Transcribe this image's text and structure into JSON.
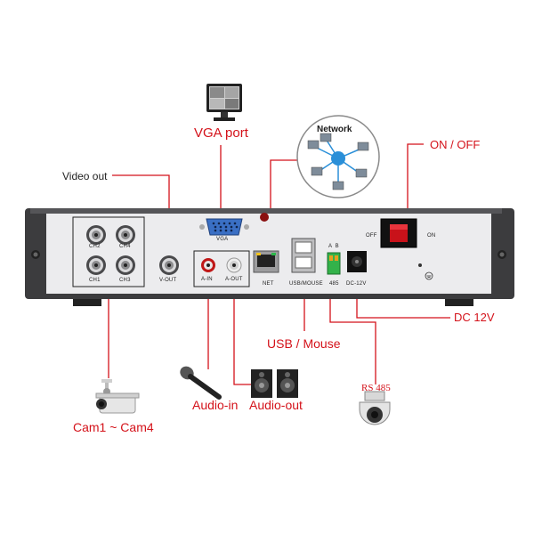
{
  "callouts": {
    "vga_port": "VGA port",
    "network": "Network",
    "on_off": "ON / OFF",
    "video_out": "Video out",
    "usb_mouse": "USB / Mouse",
    "dc_12v": "DC 12V",
    "rs485": "RS 485",
    "audio_in": "Audio-in",
    "audio_out": "Audio-out",
    "cams": "Cam1 ~ Cam4"
  },
  "panel_labels": {
    "ch1": "CH1",
    "ch2": "CH2",
    "ch3": "CH3",
    "ch4": "CH4",
    "v_out": "V-OUT",
    "vga": "VGA",
    "a_in": "A-IN",
    "a_out": "A-OUT",
    "net": "NET",
    "usb_mouse": "USB/MOUSE",
    "ab": "A  B",
    "485": "485",
    "dc12v": "DC-12V",
    "off": "OFF",
    "on": "ON"
  },
  "colors": {
    "callout_red": "#d4121a",
    "leader_line": "#d4121a",
    "panel_face": "#ececee",
    "chassis": "#3c3c3e",
    "network_accent": "#2a8fd8"
  }
}
